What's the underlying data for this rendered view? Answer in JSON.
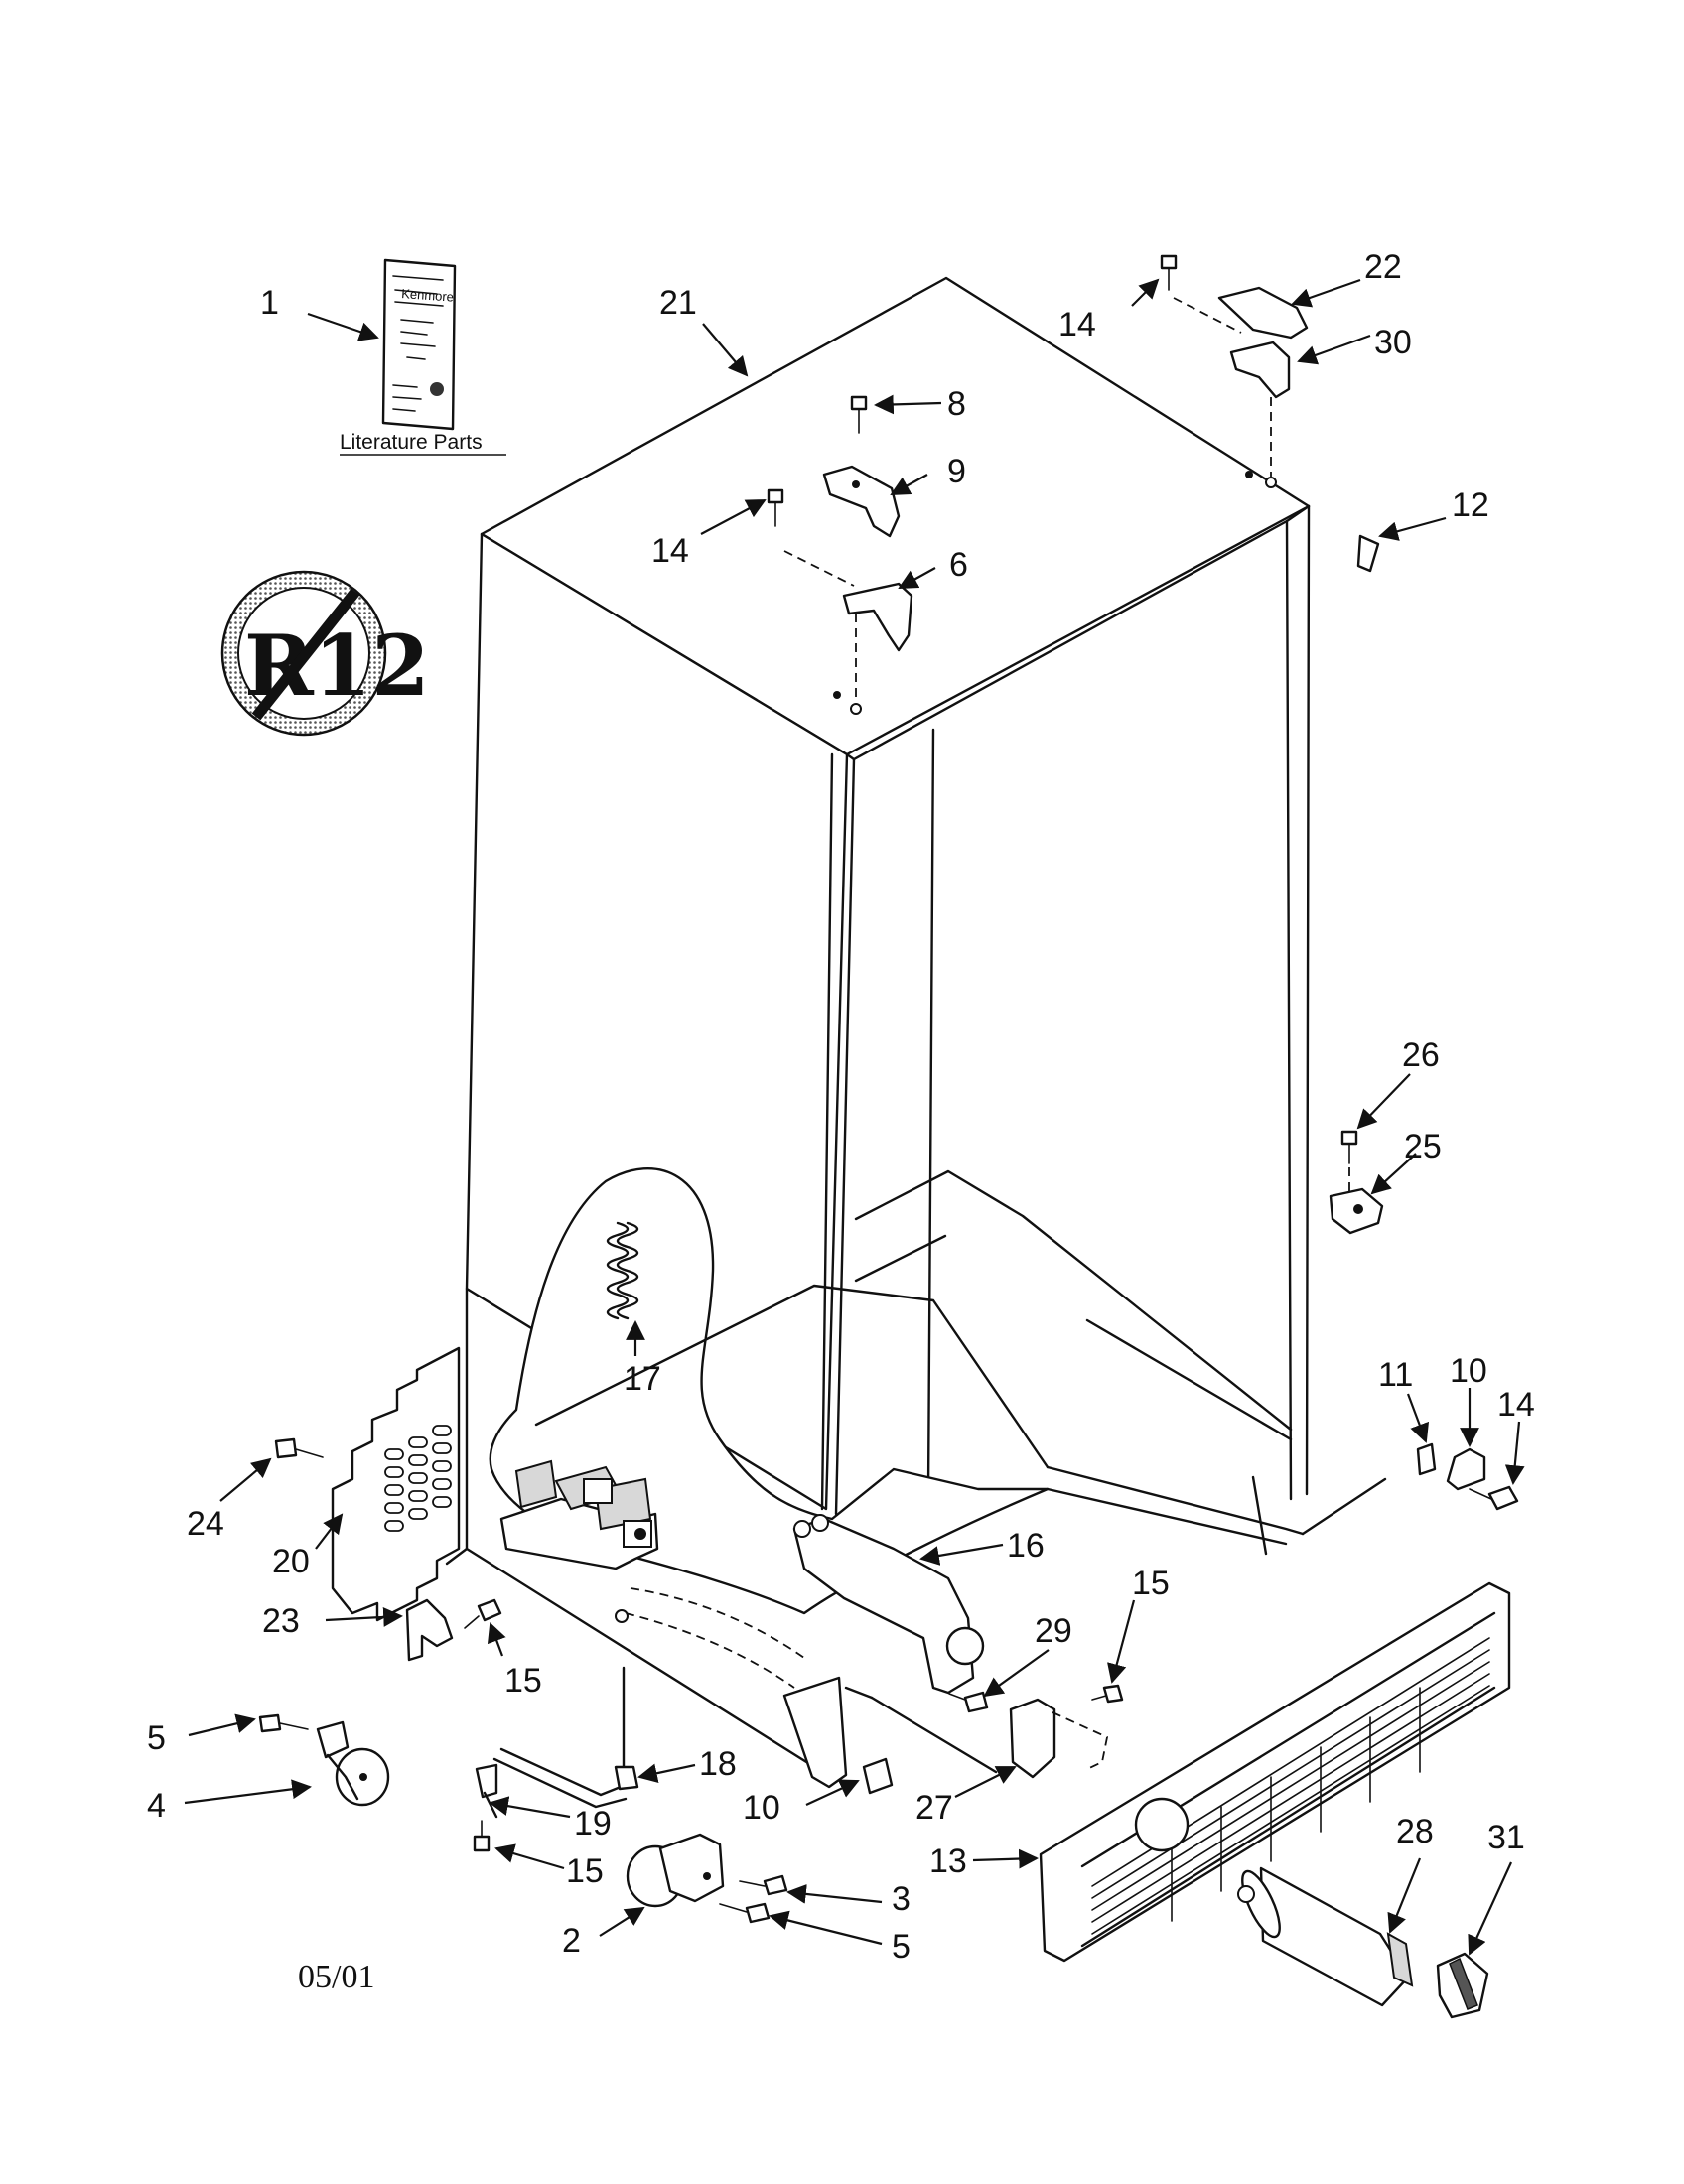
{
  "literature_label": "Literature Parts",
  "no_r12_badge": "R12",
  "date_code": "05/01",
  "callouts": [
    "1",
    "21",
    "14",
    "22",
    "30",
    "8",
    "9",
    "14",
    "12",
    "6",
    "26",
    "25",
    "17",
    "11",
    "10",
    "14",
    "24",
    "20",
    "16",
    "23",
    "29",
    "15",
    "15",
    "5",
    "18",
    "4",
    "19",
    "10",
    "27",
    "13",
    "28",
    "31",
    "15",
    "3",
    "2",
    "5"
  ]
}
